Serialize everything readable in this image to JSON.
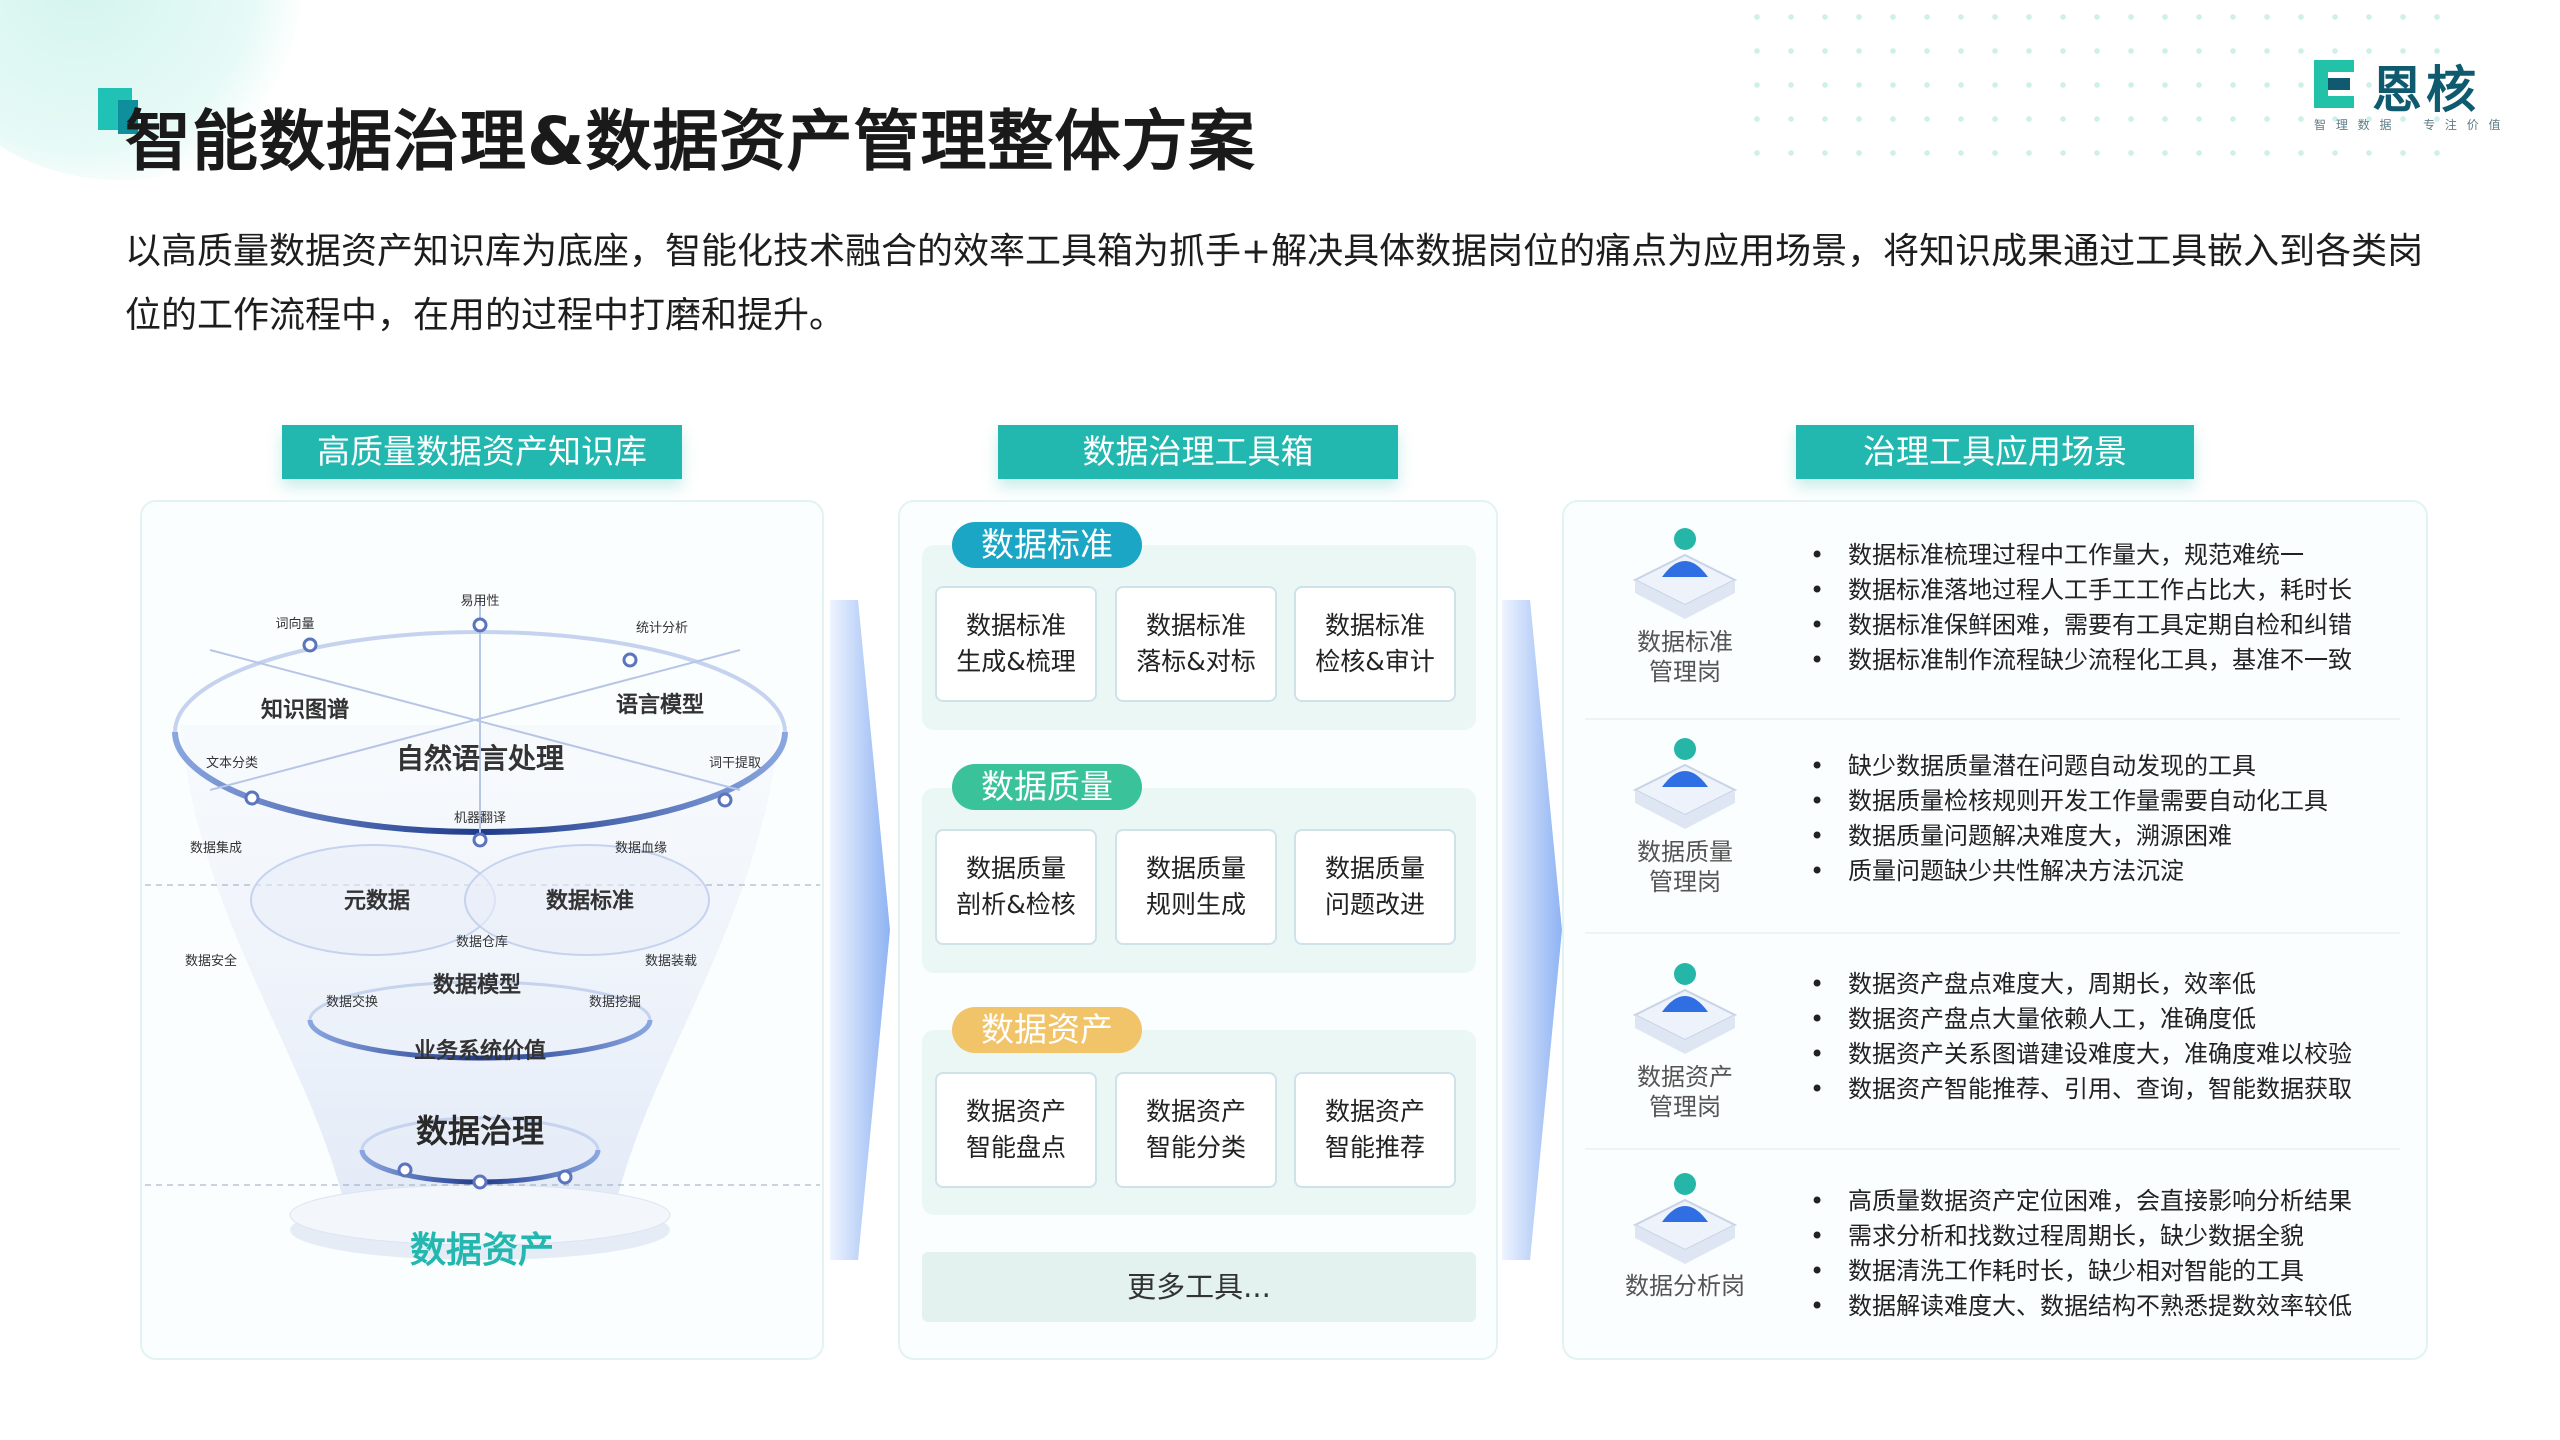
{
  "title": "智能数据治理&数据资产管理整体方案",
  "brand": {
    "name": "恩核",
    "tagline": "智 理 数 据 　 专 注 价 值"
  },
  "intro": "以高质量数据资产知识库为底座，智能化技术融合的效率工具箱为抓手+解决具体数据岗位的痛点为应用场景，将知识成果通过工具嵌入到各类岗位的工作流程中，在用的过程中打磨和提升。",
  "columns": {
    "knowledge": "高质量数据资产知识库",
    "toolbox": "数据治理工具箱",
    "scenarios": "治理工具应用场景"
  },
  "knowledge_diagram": {
    "top_labels": {
      "usability": "易用性",
      "word_vector": "词向量",
      "statistics": "统计分析",
      "text_classify": "文本分类",
      "word_extract": "词干提取",
      "machine_translate": "机器翻译"
    },
    "knowledge_graph": "知识图谱",
    "language_model": "语言模型",
    "nlp": "自然语言处理",
    "data_integration": "数据集成",
    "data_lineage": "数据血缘",
    "metadata": "元数据",
    "data_standard": "数据标准",
    "data_warehouse": "数据仓库",
    "data_security": "数据安全",
    "data_loading": "数据装载",
    "data_model": "数据模型",
    "data_exchange": "数据交换",
    "data_mining": "数据挖掘",
    "business_value": "业务系统价值",
    "data_governance": "数据治理",
    "data_assets": "数据资产"
  },
  "toolbox": {
    "groups": [
      {
        "name": "数据标准",
        "color": "#1aa6c4",
        "tools": [
          [
            "数据标准",
            "生成&梳理"
          ],
          [
            "数据标准",
            "落标&对标"
          ],
          [
            "数据标准",
            "检核&审计"
          ]
        ]
      },
      {
        "name": "数据质量",
        "color": "#3ac29a",
        "tools": [
          [
            "数据质量",
            "剖析&检核"
          ],
          [
            "数据质量",
            "规则生成"
          ],
          [
            "数据质量",
            "问题改进"
          ]
        ]
      },
      {
        "name": "数据资产",
        "color": "#f2c46a",
        "tools": [
          [
            "数据资产",
            "智能盘点"
          ],
          [
            "数据资产",
            "智能分类"
          ],
          [
            "数据资产",
            "智能推荐"
          ]
        ]
      }
    ],
    "more": "更多工具..."
  },
  "scenarios": [
    {
      "role_line1": "数据标准",
      "role_line2": "管理岗",
      "items": [
        "数据标准梳理过程中工作量大，规范难统一",
        "数据标准落地过程人工手工工作占比大，耗时长",
        "数据标准保鲜困难，需要有工具定期自检和纠错",
        "数据标准制作流程缺少流程化工具，基准不一致"
      ]
    },
    {
      "role_line1": "数据质量",
      "role_line2": "管理岗",
      "items": [
        "缺少数据质量潜在问题自动发现的工具",
        "数据质量检核规则开发工作量需要自动化工具",
        "数据质量问题解决难度大，溯源困难",
        "质量问题缺少共性解决方法沉淀"
      ]
    },
    {
      "role_line1": "数据资产",
      "role_line2": "管理岗",
      "items": [
        "数据资产盘点难度大，周期长，效率低",
        "数据资产盘点大量依赖人工，准确度低",
        "数据资产关系图谱建设难度大，准确度难以校验",
        "数据资产智能推荐、引用、查询，智能数据获取"
      ]
    },
    {
      "role_line1": "数据分析岗",
      "role_line2": "",
      "items": [
        "高质量数据资产定位困难，会直接影响分析结果",
        "需求分析和找数过程周期长，缺少数据全貌",
        "数据清洗工作耗时长，缺少相对智能的工具",
        "数据解读难度大、数据结构不熟悉提数效率较低"
      ]
    }
  ],
  "colors": {
    "accent": "#22b8b0",
    "navy": "#1e3a8a",
    "brand": "#0f5a6e"
  }
}
